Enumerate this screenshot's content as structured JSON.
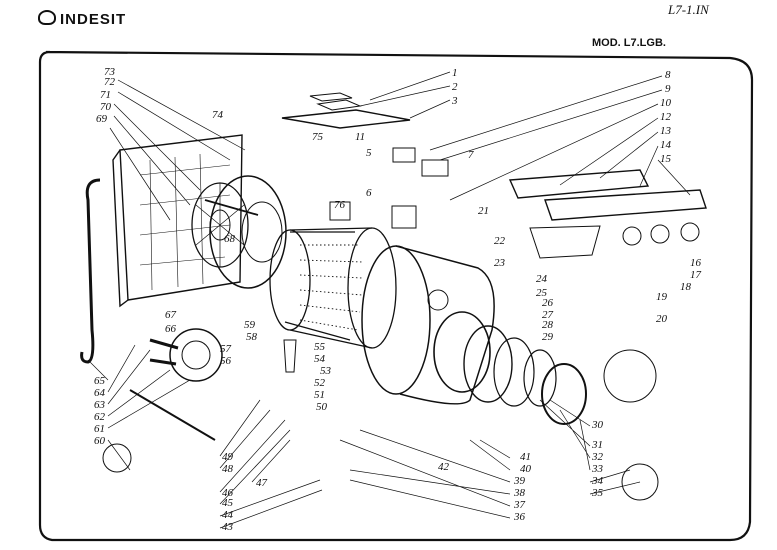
{
  "header": {
    "brand": "INDESIT",
    "doc_ref": "L7-1.IN",
    "model": "MOD. L7.LGB."
  },
  "parts": {
    "top": [
      "1",
      "2",
      "3",
      "75",
      "11",
      "74"
    ],
    "upper_right": [
      "8",
      "9",
      "10",
      "12",
      "13",
      "14",
      "15"
    ],
    "left": [
      "73",
      "72",
      "71",
      "70",
      "69",
      "68"
    ],
    "middle": [
      "5",
      "6",
      "7",
      "76",
      "21",
      "22",
      "23",
      "24",
      "25",
      "26",
      "27",
      "28",
      "29"
    ],
    "right": [
      "16",
      "17",
      "18",
      "19",
      "20"
    ],
    "lower_left": [
      "67",
      "66",
      "65",
      "64",
      "63",
      "62",
      "61",
      "60",
      "59",
      "58",
      "57",
      "56",
      "55",
      "54",
      "53",
      "52",
      "51",
      "50",
      "49",
      "48",
      "47",
      "46",
      "45",
      "44",
      "43"
    ],
    "lower_center": [
      "42",
      "41",
      "40",
      "39",
      "38",
      "37",
      "36"
    ],
    "lower_right": [
      "30",
      "31",
      "32",
      "33",
      "34",
      "35"
    ]
  }
}
